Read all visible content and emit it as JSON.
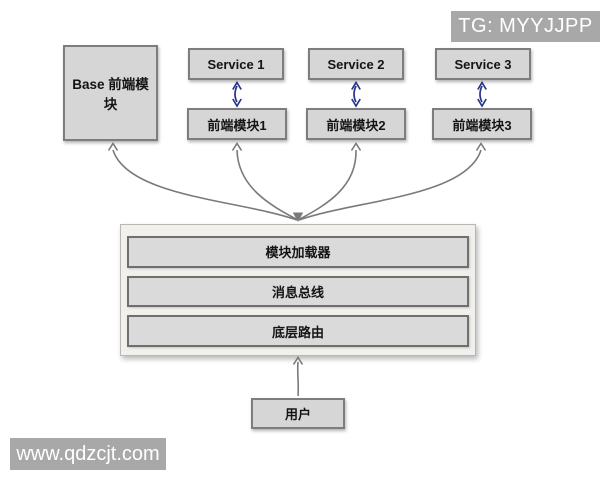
{
  "badge": {
    "text": "TG: MYYJJPP"
  },
  "watermark": {
    "text": "www.qdzcjt.com"
  },
  "diagram": {
    "base_module": {
      "label": "Base 前端模块"
    },
    "services": [
      {
        "label": "Service 1"
      },
      {
        "label": "Service 2"
      },
      {
        "label": "Service 3"
      }
    ],
    "frontend_modules": [
      {
        "label": "前端模块1"
      },
      {
        "label": "前端模块2"
      },
      {
        "label": "前端模块3"
      }
    ],
    "core_layers": [
      {
        "label": "模块加载器"
      },
      {
        "label": "消息总线"
      },
      {
        "label": "底层路由"
      }
    ],
    "user": {
      "label": "用户"
    },
    "colors": {
      "box_fill": "#d6d6d6",
      "box_border": "#7d7d7d",
      "container_fill": "#f2f0ed",
      "container_border": "#bab7b2",
      "arrow_gray": "#7a7a7a",
      "arrow_blue": "#27348b",
      "badge_bg": "#a8a8a8",
      "badge_text": "#ffffff"
    }
  }
}
